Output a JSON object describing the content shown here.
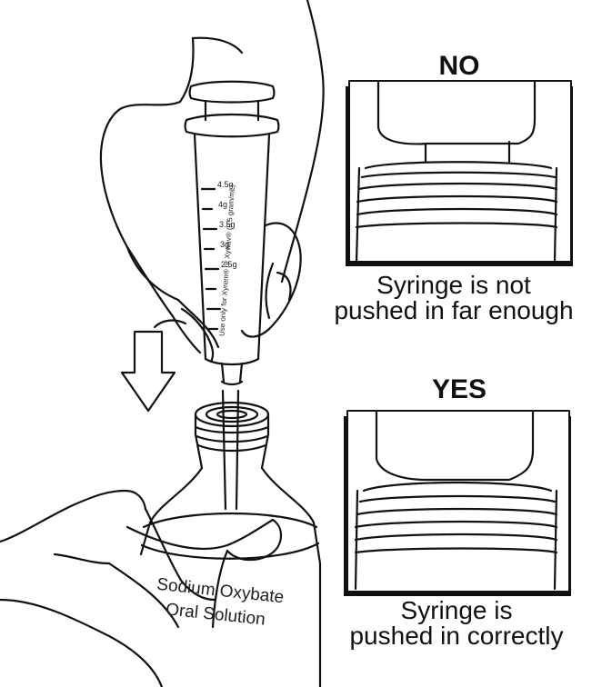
{
  "panels": {
    "no": {
      "heading": "NO",
      "caption_line1": "Syringe is not",
      "caption_line2": "pushed in far enough"
    },
    "yes": {
      "heading": "YES",
      "caption_line1": "Syringe is",
      "caption_line2": "pushed in correctly"
    }
  },
  "syringe": {
    "scale_marks": [
      "4.5g",
      "4g",
      "3.5g",
      "3g",
      "2.5g"
    ],
    "barrel_text": "Use only for Xyrem® or Xywav® (0.5 gram/mL)"
  },
  "bottle": {
    "label_line1": "Sodium Oxybate",
    "label_line2": "Oral Solution"
  },
  "icons": {
    "arrow": "down-arrow-icon",
    "hand_top": "hand-holding-syringe",
    "hand_bottom": "hand-holding-bottle"
  }
}
